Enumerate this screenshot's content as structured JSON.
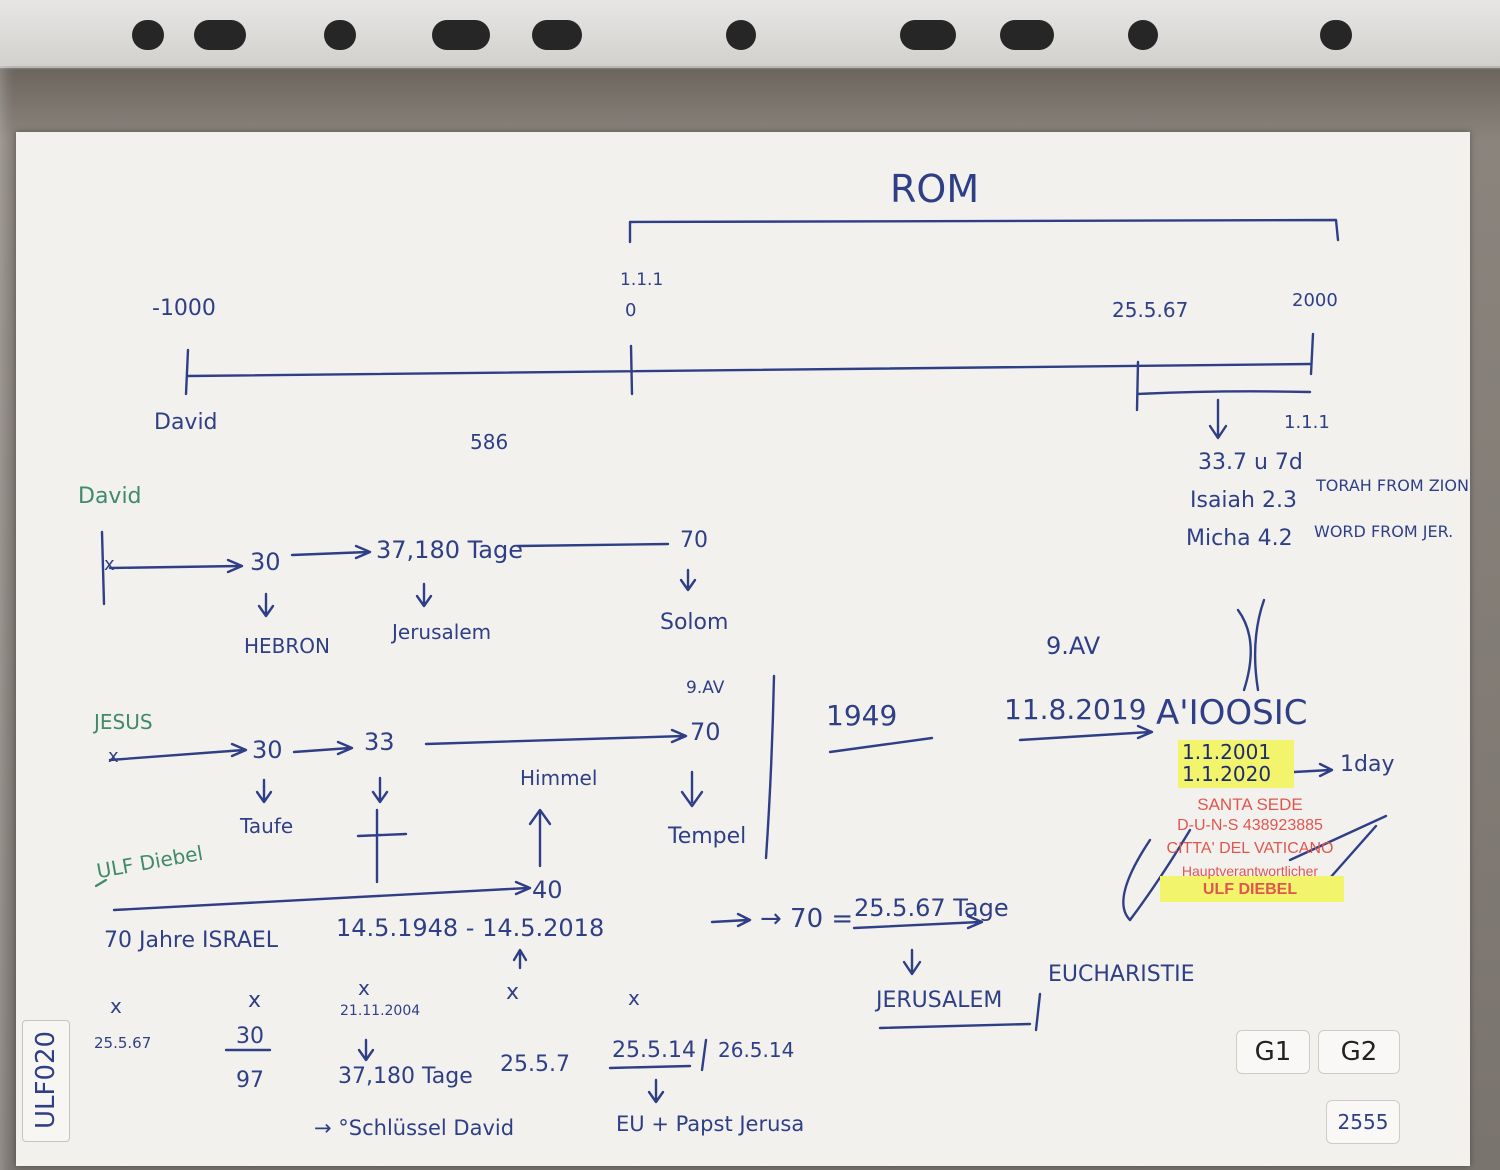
{
  "timeline": {
    "rom_label": "ROM",
    "start_year": "-1000",
    "marker_1_1_1_top": "1.1.1",
    "marker_zero": "0",
    "marker_end_left": "25.5.67",
    "end_year": "2000",
    "david_label": "David",
    "mid_year": "586",
    "marker_1_1_1_right": "1.1.1",
    "sub_note": "33.7 u 7d",
    "ref_isaiah": "Isaiah 2.3",
    "ref_micha": "Micha 4.2",
    "torah": "TORAH FROM ZION",
    "word": "WORD FROM JER."
  },
  "david_row": {
    "label": "David",
    "x": "x",
    "age_30": "30",
    "days": "37,180 Tage",
    "age_70": "70",
    "place_1": "HEBRON",
    "place_2": "Jerusalem",
    "successor": "Solom"
  },
  "jesus_row": {
    "label": "JESUS",
    "x": "x",
    "age_30": "30",
    "age_33": "33",
    "age_70_top": "9.AV",
    "age_70": "70",
    "himmel": "Himmel",
    "taufe": "Taufe",
    "tempel": "Tempel"
  },
  "ulf_row": {
    "label": "ULF Diebel",
    "age_40": "40",
    "israel": "70 Jahre ISRAEL",
    "range": "14.5.1948 - 14.5.2018",
    "arrow_eq": "→ 70 =",
    "days": "25.5.67 Tage",
    "jerusalem": "JERUSALEM",
    "eucharistie": "EUCHARISTIE"
  },
  "right_block": {
    "q_av": "9.AV",
    "year_1949": "1949",
    "date_2019": "11.8.2019",
    "signature_text": "A'IOOSIC",
    "date_2001": "1.1.2001",
    "date_2020": "1.1.2020",
    "note_1day": "1day"
  },
  "stamp": {
    "line1": "SANTA SEDE",
    "line2": "D-U-N-S 438923885",
    "line3": "CITTA' DEL VATICANO",
    "line4": "Hauptverantwortlicher",
    "line5": "ULF DIEBEL"
  },
  "bottom_row": {
    "col1_top": "x",
    "col1_bottom": "25.5.67",
    "col2_top": "x",
    "col2_mid": "30",
    "col2_bottom": "97",
    "col3_top": "x",
    "col3_date": "21.11.2004",
    "col3_days": "37,180 Tage",
    "col4_top": "x",
    "col4_date": "25.5.7",
    "col5_top": "x",
    "col5_date": "25.5.14",
    "col5_date2": "26.5.14",
    "key_label": "→ °Schlüssel David",
    "eu_label": "EU + Papst Jerusa"
  },
  "tags": {
    "g1": "G1",
    "g2": "G2",
    "number": "2555"
  },
  "side_label": "ULF020",
  "colors": {
    "ink_blue": "#2f3f86",
    "ink_green": "#3f8a6a",
    "stamp_red": "#e0564f",
    "highlight": "#f2f56b"
  }
}
